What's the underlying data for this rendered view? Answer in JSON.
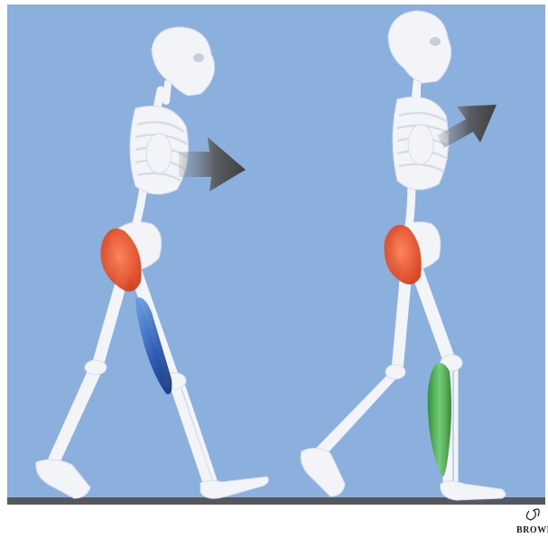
{
  "colors": {
    "background": "#8cb0dd",
    "bone": "#f2f4f8",
    "bone_shade": "#d6dde8",
    "ground": "#55585c",
    "arrow": "#4a4c4f",
    "gluteal_muscle": "#e8502a",
    "hamstring_muscle": "#1f4fa8",
    "calf_muscle": "#3aa63a"
  },
  "figures": [
    {
      "id": "left",
      "highlighted_muscles": [
        "gluteal",
        "hamstring"
      ],
      "force_arrow": "horizontal"
    },
    {
      "id": "right",
      "highlighted_muscles": [
        "gluteal",
        "calf"
      ],
      "force_arrow": "upward-diagonal"
    }
  ],
  "signature": {
    "text": "BROWN"
  }
}
